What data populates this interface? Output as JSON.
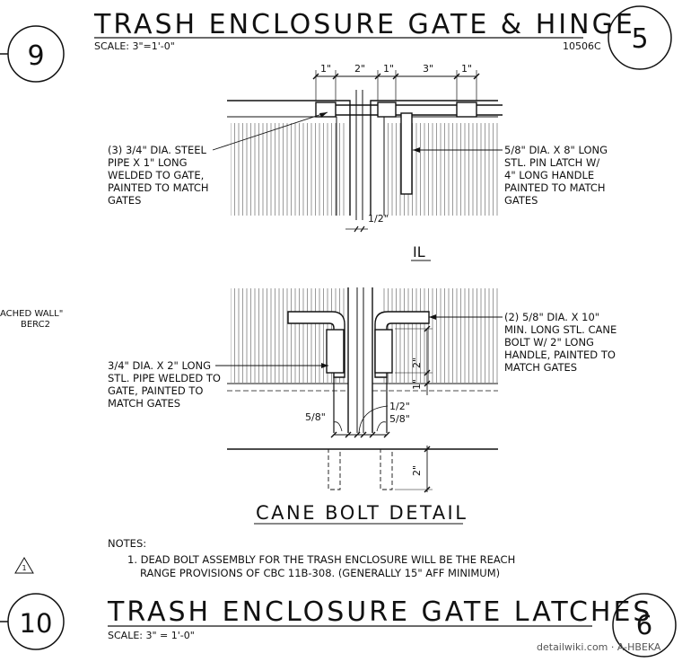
{
  "top_detail": {
    "title": "TRASH ENCLOSURE GATE & HINGE",
    "scale": "SCALE: 3\"=1'-0\"",
    "code": "10506C",
    "left_marker": "9",
    "right_marker": "5",
    "dimensions": [
      "1\"",
      "2\"",
      "1\"",
      "3\"",
      "1\""
    ],
    "gap_dimension": "1/2\"",
    "callout_left": [
      "(3) 3/4\" DIA. STEEL",
      "PIPE X 1\" LONG",
      "WELDED TO GATE,",
      "PAINTED TO MATCH",
      "GATES"
    ],
    "callout_right": [
      "5/8\" DIA. X 8\" LONG",
      "STL. PIN LATCH W/",
      "4\" LONG HANDLE",
      "PAINTED TO MATCH",
      "GATES"
    ],
    "partial_title": "IL"
  },
  "cut_left_text": [
    "ACHED WALL\"",
    "BERC2"
  ],
  "cane_bolt": {
    "title": "CANE BOLT DETAIL",
    "callout_left": [
      "3/4\" DIA. X 2\" LONG",
      "STL. PIPE WELDED TO",
      "GATE, PAINTED TO",
      "MATCH GATES"
    ],
    "callout_right": [
      "(2) 5/8\" DIA. X 10\"",
      "MIN. LONG STL. CANE",
      "BOLT W/ 2\" LONG",
      "HANDLE, PAINTED TO",
      "MATCH GATES"
    ],
    "dim_left": "5/8\"",
    "dim_center": "1/2\"",
    "dim_right": "5/8\"",
    "dim_v1": "2\"",
    "dim_v2": "1\"",
    "dim_v3": "2\""
  },
  "notes": {
    "heading": "NOTES:",
    "line1": "1. DEAD BOLT ASSEMBLY FOR THE TRASH ENCLOSURE WILL BE THE REACH",
    "line2": "RANGE PROVISIONS OF CBC 11B-308. (GENERALLY 15\" AFF MINIMUM)",
    "triangle_label": "1"
  },
  "bottom_detail": {
    "title": "TRASH ENCLOSURE GATE LATCHES",
    "scale": "SCALE: 3\" = 1'-0\"",
    "left_marker": "10",
    "right_marker": "6"
  },
  "watermark": "detailwiki.com · A-HBEKA"
}
